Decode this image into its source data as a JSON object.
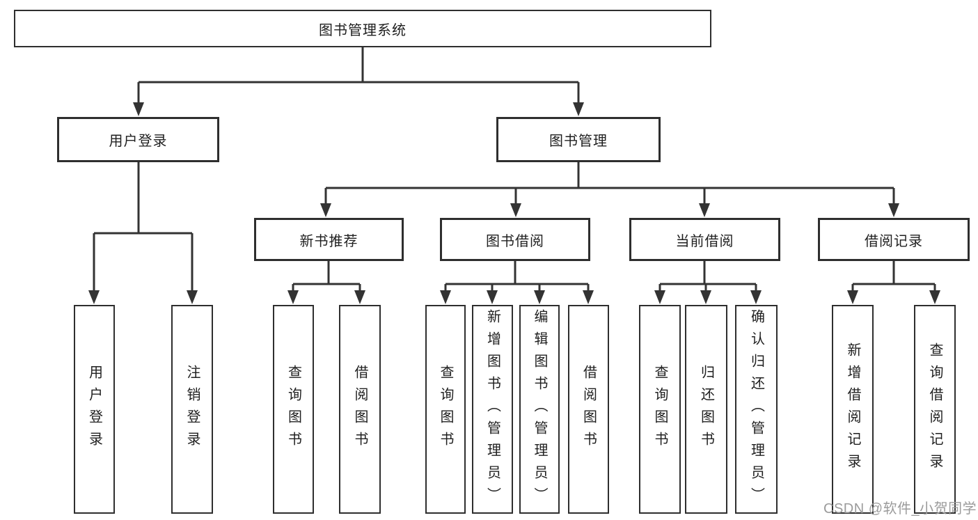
{
  "tree": {
    "root": {
      "label": "图书管理系统"
    },
    "branches": {
      "user_login": {
        "label": "用户登录",
        "children": [
          {
            "label": "用户登录"
          },
          {
            "label": "注销登录"
          }
        ]
      },
      "book_management": {
        "label": "图书管理",
        "sections": [
          {
            "label": "新书推荐",
            "children": [
              {
                "label": "查询图书"
              },
              {
                "label": "借阅图书"
              }
            ]
          },
          {
            "label": "图书借阅",
            "children": [
              {
                "label": "查询图书"
              },
              {
                "label": "新增图书（管理员）"
              },
              {
                "label": "编辑图书（管理员）"
              },
              {
                "label": "借阅图书"
              }
            ]
          },
          {
            "label": "当前借阅",
            "children": [
              {
                "label": "查询图书"
              },
              {
                "label": "归还图书"
              },
              {
                "label": "确认归还（管理员）"
              }
            ]
          },
          {
            "label": "借阅记录",
            "children": [
              {
                "label": "新增借阅记录"
              },
              {
                "label": "查询借阅记录"
              }
            ]
          }
        ]
      }
    }
  },
  "watermark": {
    "text": "CSDN @软件_小贺同学"
  },
  "colors": {
    "line": "#333333",
    "border": "#2e2e2e",
    "text": "#1f1f1f",
    "watermark": "#9b9b9b",
    "background": "#ffffff"
  }
}
